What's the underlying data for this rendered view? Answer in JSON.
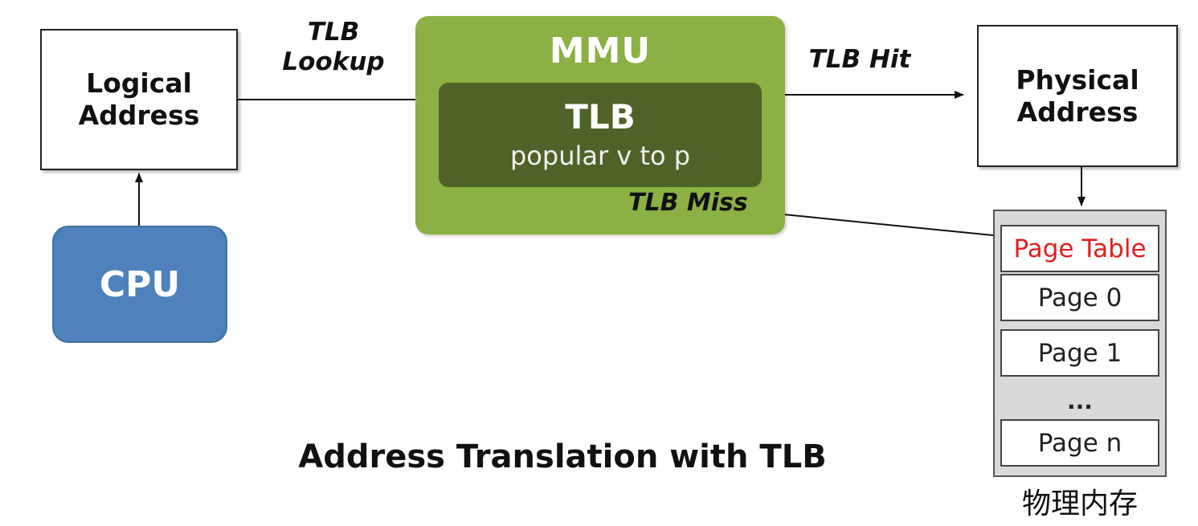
{
  "nodes": {
    "logical_address": "Logical\nAddress",
    "physical_address": "Physical\nAddress",
    "cpu": "CPU",
    "mmu": "MMU",
    "tlb_title": "TLB",
    "tlb_subtitle": "popular v to p"
  },
  "edges": {
    "tlb_lookup": "TLB\nLookup",
    "tlb_hit": "TLB Hit",
    "tlb_miss": "TLB Miss"
  },
  "memory": {
    "cells": [
      "Page Table",
      "Page 0",
      "Page 1",
      "...",
      "Page n"
    ],
    "label": "物理内存"
  },
  "caption": "Address Translation with TLB",
  "colors": {
    "cpu": "#4f81bd",
    "mmu": "#8bb043",
    "tlb": "#4f6228",
    "page_table_text": "#e02020",
    "memory_bg": "#d9d9d9"
  }
}
